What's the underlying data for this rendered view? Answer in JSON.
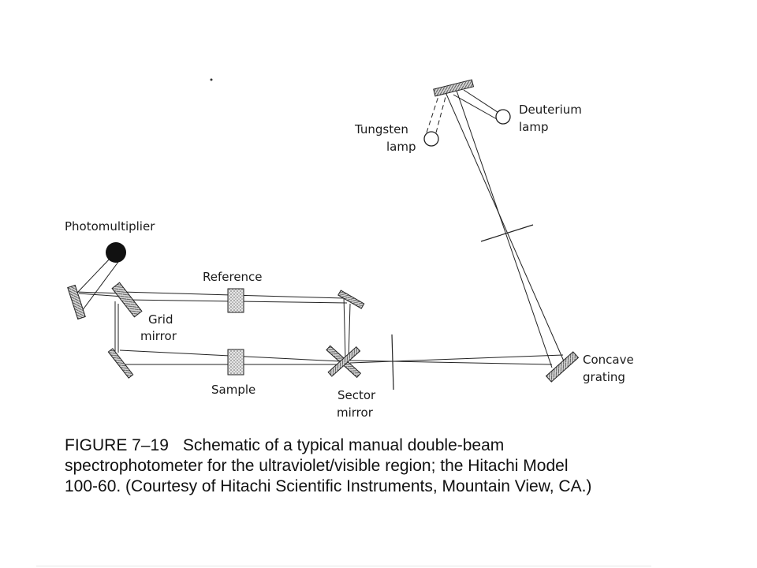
{
  "labels": {
    "deuterium_lamp": [
      "Deuterium",
      "lamp"
    ],
    "tungsten_lamp": [
      "Tungsten",
      "lamp"
    ],
    "photomultiplier": "Photomultiplier",
    "reference": "Reference",
    "grid_mirror": [
      "Grid",
      "mirror"
    ],
    "sample": "Sample",
    "sector_mirror": [
      "Sector",
      "mirror"
    ],
    "concave_grating": [
      "Concave",
      "grating"
    ]
  },
  "caption": {
    "figure_number": "FIGURE 7–19",
    "line1": "Schematic of a typical manual double-beam",
    "line2": "spectrophotometer for the ultraviolet/visible region; the Hitachi Model",
    "line3": "100-60. (Courtesy of Hitachi Scientific Instruments, Mountain View, CA.)"
  }
}
